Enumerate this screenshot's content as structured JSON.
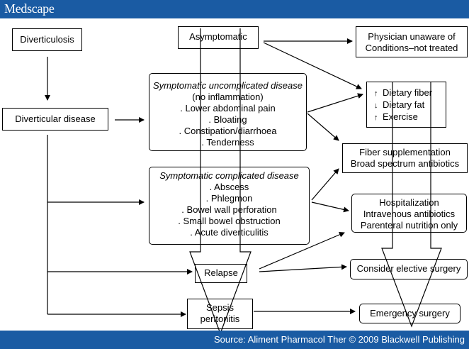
{
  "header": {
    "logo": "Medscape"
  },
  "footer": {
    "source": "Source: Aliment Pharmacol Ther © 2009 Blackwell Publishing"
  },
  "diagram": {
    "diverticulosis": "Diverticulosis",
    "diverticular_disease": "Diverticular disease",
    "asymptomatic": "Asymptomatic",
    "uncomplicated": {
      "title": "Symptomatic uncomplicated disease",
      "subtitle": "(no inflammation)",
      "items": [
        ". Lower abdominal pain",
        ". Bloating",
        ". Constipation/diarrhoea",
        ". Tenderness"
      ]
    },
    "complicated": {
      "title": "Symptomatic complicated disease",
      "items": [
        ". Abscess",
        ". Phlegmon",
        ". Bowel wall perforation",
        ". Small bowel obstruction",
        ". Acute diverticulitis"
      ]
    },
    "relapse": "Relapse",
    "sepsis": [
      "Sepsis",
      "peritonitis"
    ],
    "physician": [
      "Physician unaware of",
      "Conditions–not treated"
    ],
    "dietary": [
      {
        "icon": "arrow-up-icon",
        "symbol": "↑",
        "text": "Dietary fiber"
      },
      {
        "icon": "arrow-down-icon",
        "symbol": "↓",
        "text": "Dietary fat"
      },
      {
        "icon": "arrow-up-icon",
        "symbol": "↑",
        "text": "Exercise"
      }
    ],
    "fiber": [
      "Fiber supplementation",
      "Broad spectrum antibiotics"
    ],
    "hospital": [
      "Hospitalization",
      "Intravenous antibiotics",
      "Parenteral nutrition only"
    ],
    "elective": "Consider elective surgery",
    "emergency": "Emergency surgery"
  }
}
